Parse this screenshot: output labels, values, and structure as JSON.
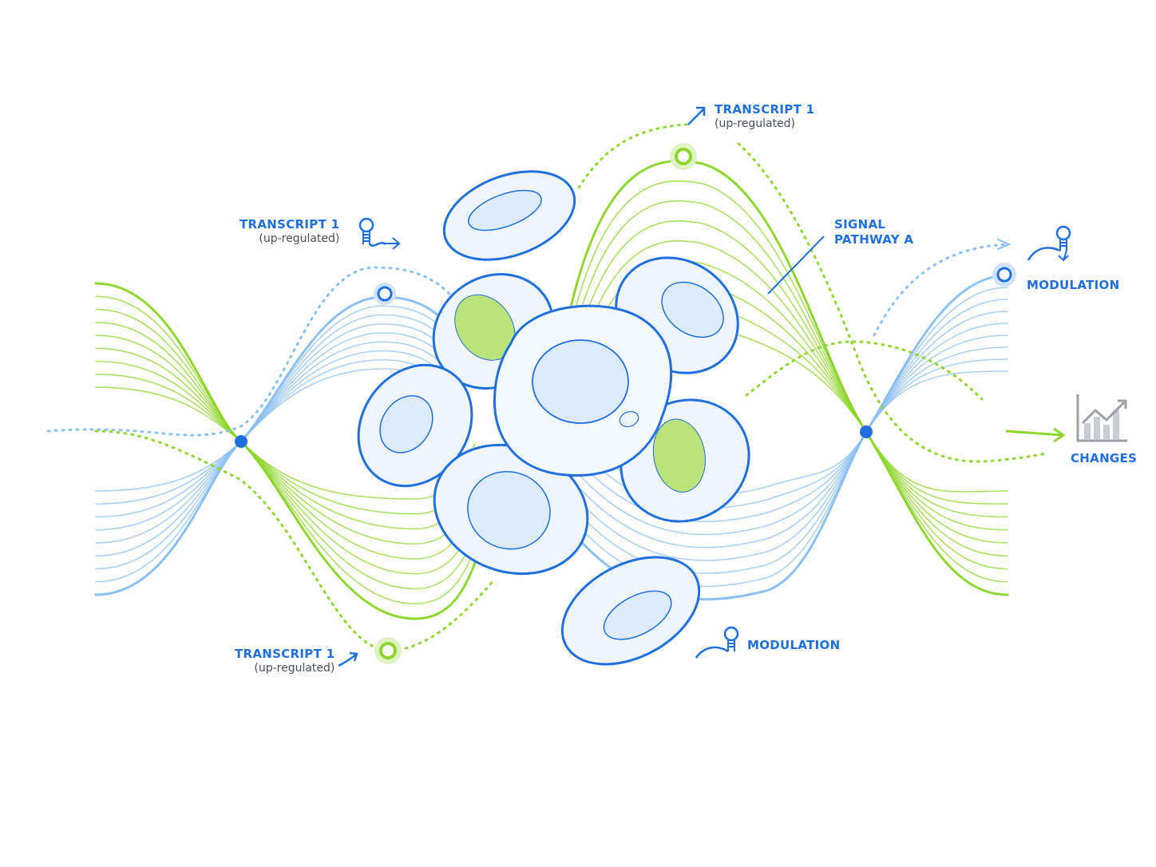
{
  "colors": {
    "blue": "#1f6fe0",
    "light_blue": "#8cc0f0",
    "green": "#8fd62e",
    "cell_fill": "#dcebfb",
    "nucleus_green": "#b8e47a",
    "gray": "#9a9ea6"
  },
  "labels": {
    "transcript_left": {
      "title": "TRANSCRIPT 1",
      "sub": "(up-regulated)"
    },
    "transcript_top": {
      "title": "TRANSCRIPT 1",
      "sub": "(up-regulated)"
    },
    "transcript_bottom": {
      "title": "TRANSCRIPT 1",
      "sub": "(up-regulated)"
    },
    "signal_pathway": {
      "line1": "SIGNAL",
      "line2": "PATHWAY A"
    },
    "modulation_right": "MODULATION",
    "modulation_bottom": "MODULATION",
    "changes": "CHANGES"
  },
  "icons": [
    "rna-hairpin-icon",
    "arrow-up-right-icon",
    "bar-chart-trend-icon",
    "cell-icon"
  ]
}
